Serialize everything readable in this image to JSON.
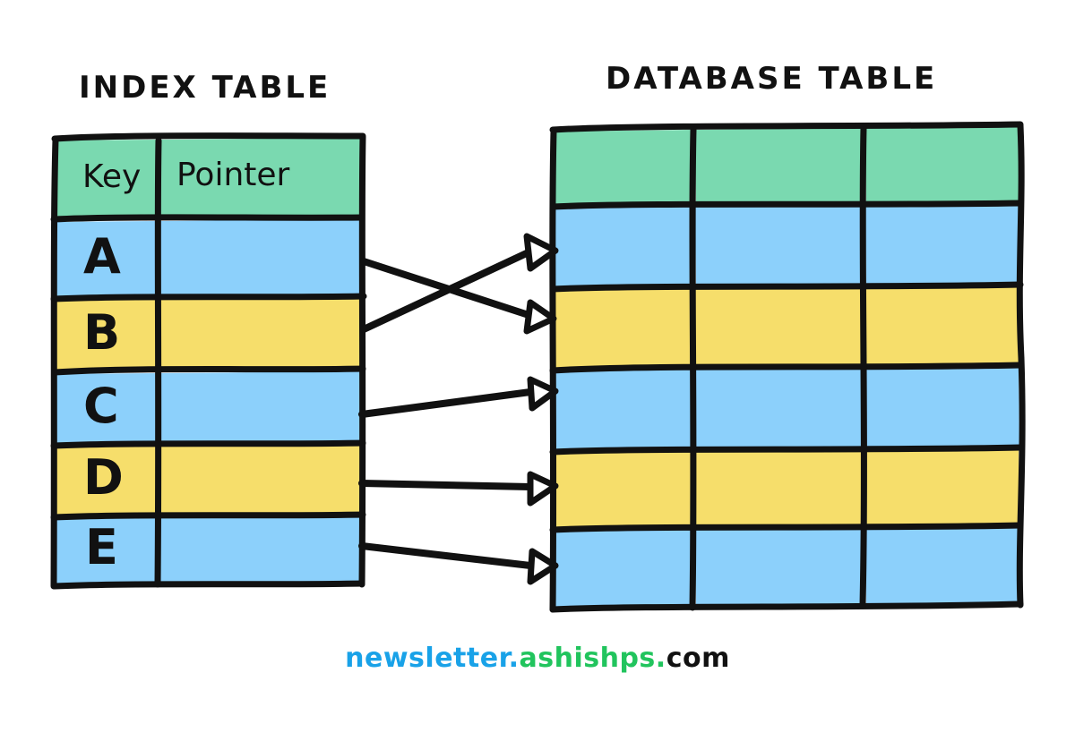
{
  "titles": {
    "index_table": "INDEX TABLE",
    "database_table": "DATABASE TABLE"
  },
  "index_table": {
    "columns": [
      "Key",
      "Pointer"
    ],
    "rows": [
      {
        "key": "A",
        "pointer": "",
        "color": "blue"
      },
      {
        "key": "B",
        "pointer": "",
        "color": "yellow"
      },
      {
        "key": "C",
        "pointer": "",
        "color": "blue"
      },
      {
        "key": "D",
        "pointer": "",
        "color": "yellow"
      },
      {
        "key": "E",
        "pointer": "",
        "color": "blue"
      }
    ],
    "header_color": "green"
  },
  "database_table": {
    "column_count": 3,
    "header_color": "green",
    "rows": [
      {
        "cells": [
          "",
          "",
          ""
        ],
        "color": "blue"
      },
      {
        "cells": [
          "",
          "",
          ""
        ],
        "color": "yellow"
      },
      {
        "cells": [
          "",
          "",
          ""
        ],
        "color": "blue"
      },
      {
        "cells": [
          "",
          "",
          ""
        ],
        "color": "yellow"
      },
      {
        "cells": [
          "",
          "",
          ""
        ],
        "color": "blue"
      }
    ]
  },
  "arrows": [
    {
      "from_key": "A",
      "to_row": 2
    },
    {
      "from_key": "B",
      "to_row": 1
    },
    {
      "from_key": "C",
      "to_row": 3
    },
    {
      "from_key": "D",
      "to_row": 4
    },
    {
      "from_key": "E",
      "to_row": 5
    }
  ],
  "footer": {
    "part_a": "newsletter.",
    "part_b": "ashishps.",
    "part_c": "com"
  },
  "colors": {
    "green": "#7AD9B0",
    "blue": "#8CD0FB",
    "yellow": "#F6DE6B",
    "stroke": "#111111",
    "background": "#FFFFFF",
    "footer_blue": "#19A2E8",
    "footer_green": "#21C45D",
    "footer_black": "#111111"
  }
}
